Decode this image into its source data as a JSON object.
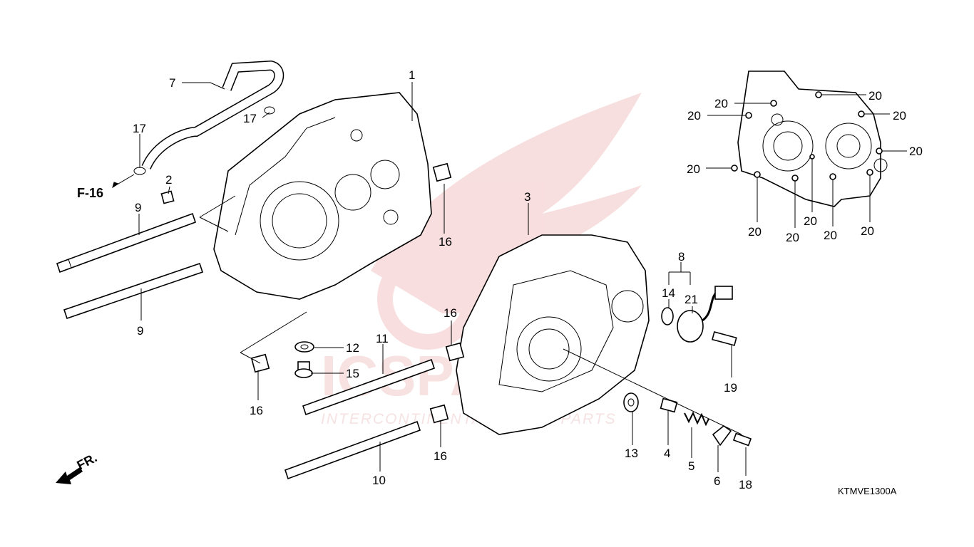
{
  "watermark": {
    "brand": "ICSPARTS",
    "tagline": "INTERCONTINENTAL SPARE PARTS",
    "color": "#e8a0a0"
  },
  "diagram_code": "KTMVE1300A",
  "reference": "F-16",
  "direction_label": "FR.",
  "callouts": {
    "c1": "1",
    "c2": "2",
    "c3": "3",
    "c4": "4",
    "c5": "5",
    "c6": "6",
    "c7": "7",
    "c8": "8",
    "c9a": "9",
    "c9b": "9",
    "c10": "10",
    "c11": "11",
    "c12": "12",
    "c13": "13",
    "c14": "14",
    "c15": "15",
    "c16a": "16",
    "c16b": "16",
    "c16c": "16",
    "c16d": "16",
    "c17a": "17",
    "c17b": "17",
    "c18": "18",
    "c19": "19",
    "c21": "21",
    "c20a": "20",
    "c20b": "20",
    "c20c": "20",
    "c20d": "20",
    "c20e": "20",
    "c20f": "20",
    "c20g": "20",
    "c20h": "20",
    "c20i": "20",
    "c20j": "20",
    "c20k": "20"
  }
}
